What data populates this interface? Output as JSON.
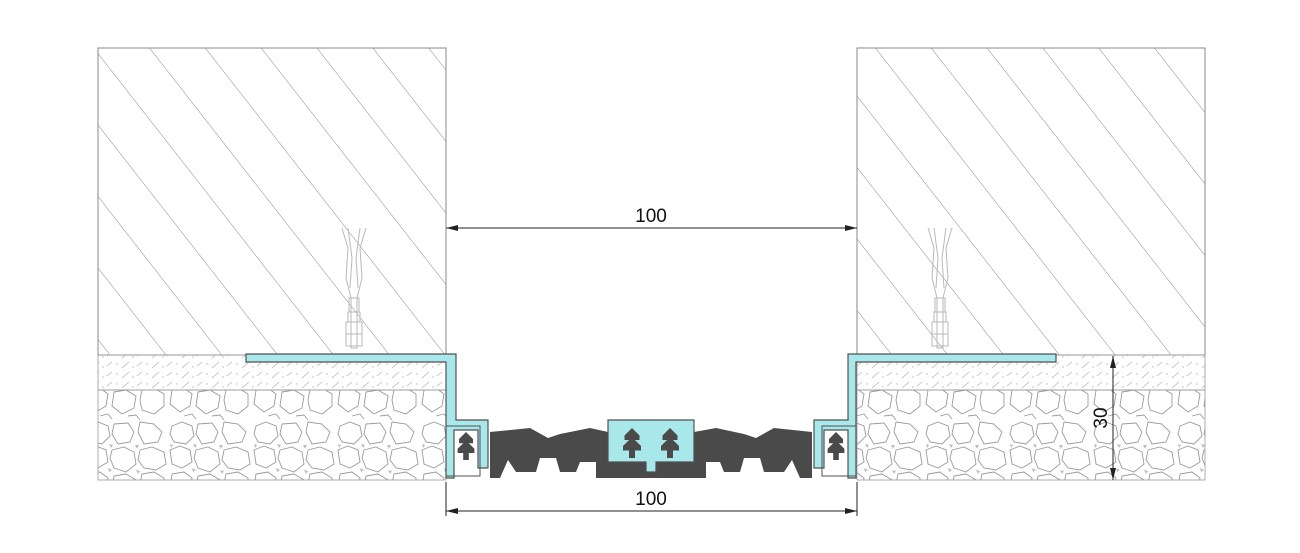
{
  "drawing": {
    "dimension_top": "100",
    "dimension_bottom": "100",
    "dimension_height": "30"
  },
  "colors": {
    "profile": "#4a4a4a",
    "cover": "#a8e8ea",
    "outline": "#6e6e6e",
    "hatch": "#8a8a8a"
  }
}
